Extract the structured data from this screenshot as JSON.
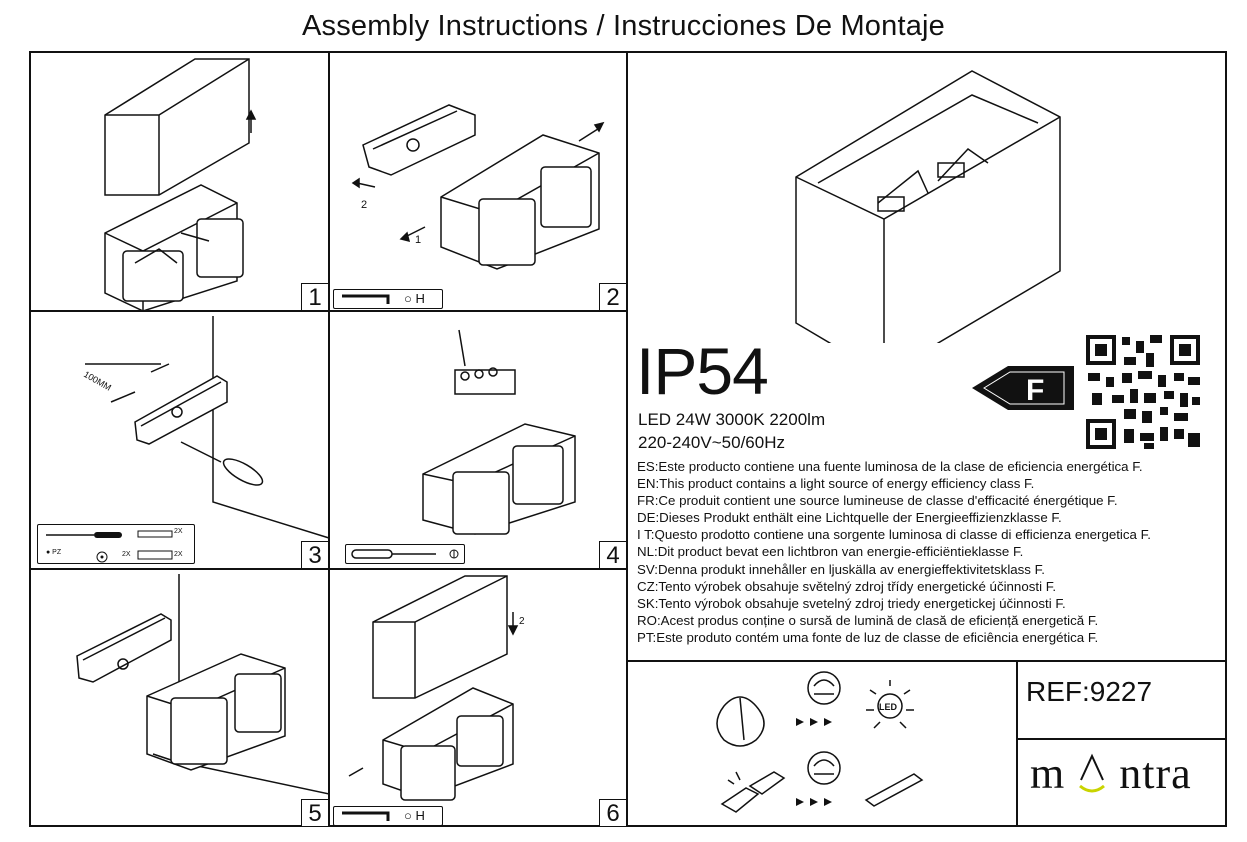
{
  "document": {
    "title": "Assembly Instructions / Instrucciones De Montaje"
  },
  "steps": [
    {
      "number": "1"
    },
    {
      "number": "2",
      "tool_text": "○ H"
    },
    {
      "number": "3",
      "kit": {
        "pz": "● PZ",
        "screw_qty": "2X",
        "anchor_qty": "2X",
        "anchor_qty2": "2X"
      },
      "dimension": "100MM"
    },
    {
      "number": "4"
    },
    {
      "number": "5"
    },
    {
      "number": "6",
      "tool_text": "○ H"
    }
  ],
  "product": {
    "ip_rating": "IP54",
    "spec_line1": "LED 24W 3000K 2200lm",
    "spec_line2": "220-240V~50/60Hz",
    "energy_class": "F",
    "energy_lines": [
      "ES:Este producto contiene una fuente luminosa de la clase de eficiencia energética F.",
      "EN:This product contains a light source of energy efficiency class F.",
      "FR:Ce produit contient une source lumineuse de classe d'efficacité énergétique F.",
      "DE:Dieses Produkt enthält eine Lichtquelle der Energieeffizienzklasse F.",
      "I T:Questo prodotto contiene una sorgente luminosa di classe di efficienza energetica F.",
      "NL:Dit product bevat een lichtbron van energie-efficiëntieklasse F.",
      "SV:Denna produkt innehåller en ljuskälla av energieffektivitetsklass F.",
      "CZ:Tento výrobek obsahuje světelný zdroj třídy energetické účinnosti F.",
      "SK:Tento výrobok obsahuje svetelný zdroj triedy energetickej účinnosti F.",
      "RO:Acest produs conține o sursă de lumină de clasă de eficiență energetică F.",
      "PT:Este produto contém uma fonte de luz de classe de eficiência energética F."
    ],
    "led_label": "LED"
  },
  "reference": "REF:9227",
  "brand": {
    "left": "m",
    "right": "ntra"
  },
  "colors": {
    "line": "#111111",
    "background": "#ffffff",
    "brand_smile": "#c9d400"
  }
}
